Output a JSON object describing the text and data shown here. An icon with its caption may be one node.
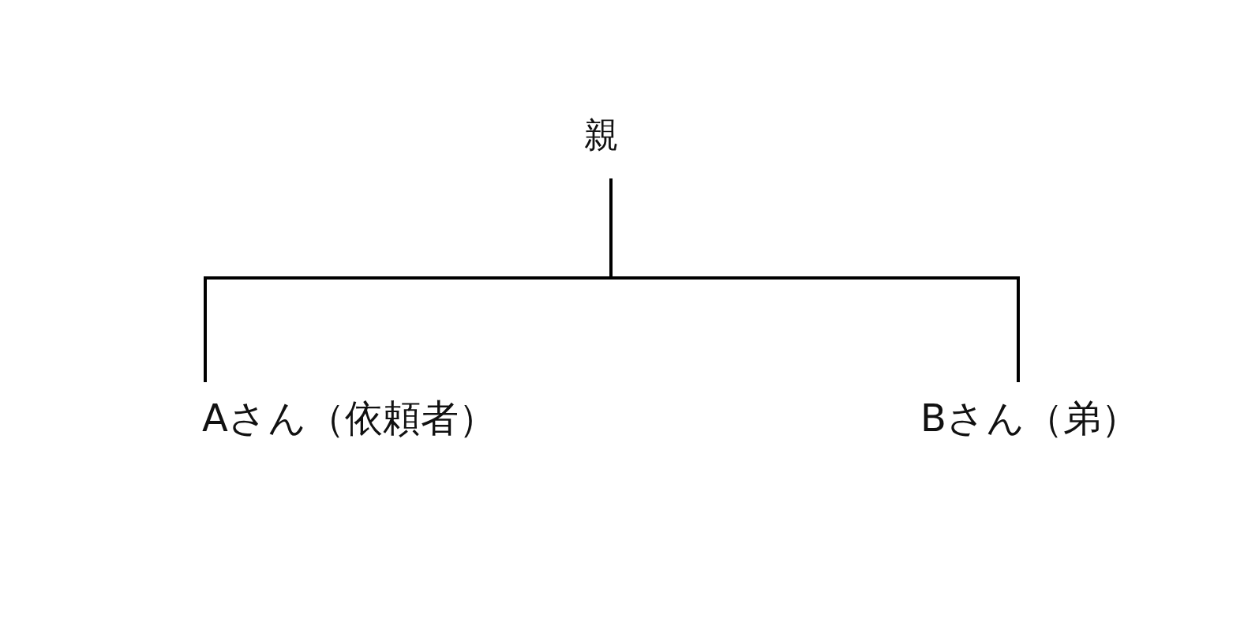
{
  "diagram": {
    "nodes": [
      {
        "text": [
          "親"
        ]
      },
      {
        "text": [
          "Aさん（依頼者）"
        ]
      },
      {
        "text": [
          "Bさん（弟）"
        ]
      }
    ],
    "edges": [
      {
        "from": 0,
        "to": 1,
        "arrow": "none"
      },
      {
        "from": 0,
        "to": 2,
        "arrow": "none"
      }
    ]
  }
}
